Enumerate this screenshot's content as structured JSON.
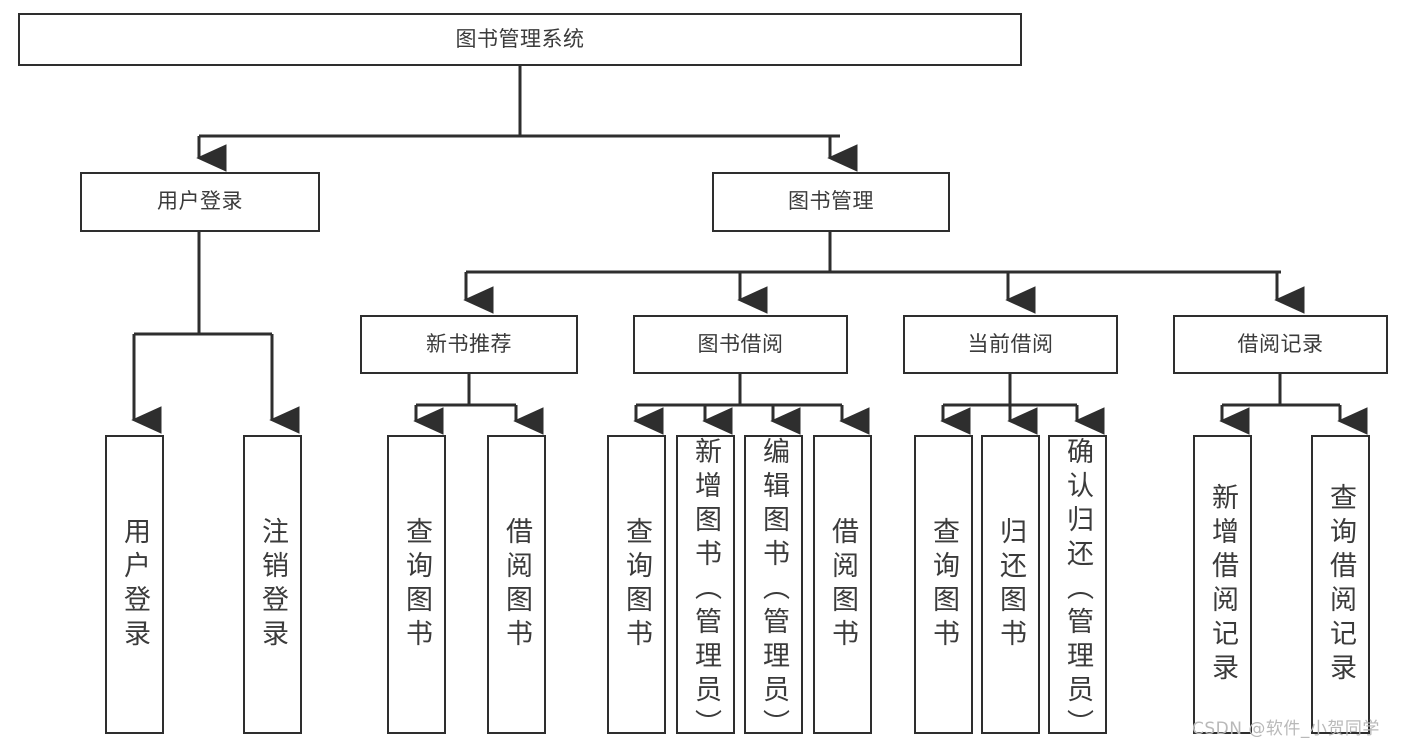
{
  "diagram": {
    "type": "tree-hierarchy-chart",
    "title": "图书管理系统",
    "line_color": "#2e2e2e",
    "text_color": "#3b3b3b",
    "background_color": "#ffffff",
    "watermark": "CSDN @软件_小贺同学"
  },
  "nodes": {
    "root": {
      "label": "图书管理系统"
    },
    "level1": [
      {
        "id": "user-login",
        "label": "用户登录"
      },
      {
        "id": "book-management",
        "label": "图书管理"
      }
    ],
    "level2": [
      {
        "id": "new-book-recommend",
        "label": "新书推荐"
      },
      {
        "id": "book-borrow",
        "label": "图书借阅"
      },
      {
        "id": "current-borrow",
        "label": "当前借阅"
      },
      {
        "id": "borrow-record",
        "label": "借阅记录"
      }
    ],
    "leaves": {
      "user_login": [
        {
          "id": "leaf-user-login",
          "label": "用户登录"
        },
        {
          "id": "leaf-logout-login",
          "label": "注销登录"
        }
      ],
      "new_book_recommend": [
        {
          "id": "leaf-query-book-1",
          "label": "查询图书"
        },
        {
          "id": "leaf-borrow-book-1",
          "label": "借阅图书"
        }
      ],
      "book_borrow": [
        {
          "id": "leaf-query-book-2",
          "label": "查询图书"
        },
        {
          "id": "leaf-add-book",
          "label": "新增图书（管理员）"
        },
        {
          "id": "leaf-edit-book",
          "label": "编辑图书（管理员）"
        },
        {
          "id": "leaf-borrow-book-2",
          "label": "借阅图书"
        }
      ],
      "current_borrow": [
        {
          "id": "leaf-query-book-3",
          "label": "查询图书"
        },
        {
          "id": "leaf-return-book",
          "label": "归还图书"
        },
        {
          "id": "leaf-confirm-return",
          "label": "确认归还（管理员）"
        }
      ],
      "borrow_record": [
        {
          "id": "leaf-add-borrow-record",
          "label": "新增借阅记录"
        },
        {
          "id": "leaf-query-borrow-record",
          "label": "查询借阅记录"
        }
      ]
    }
  }
}
